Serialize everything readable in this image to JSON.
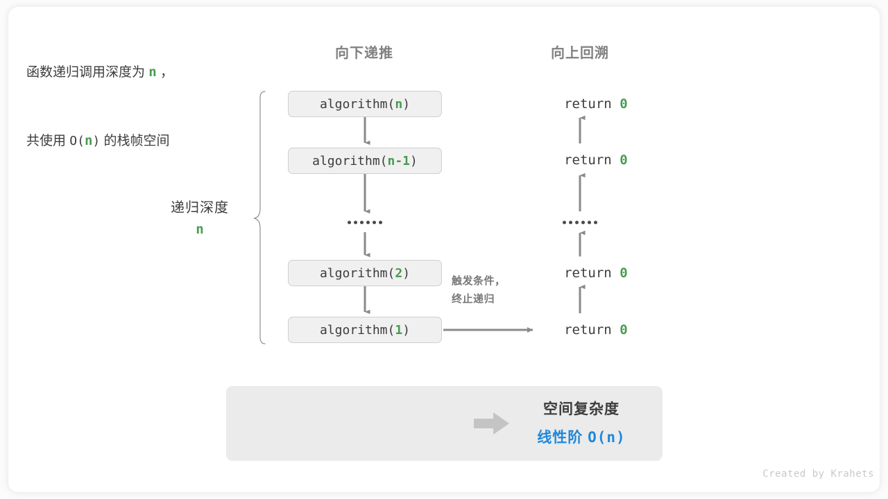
{
  "colors": {
    "green": "#489b4f",
    "blue": "#1e88db",
    "gray_text": "#3c3c3c",
    "header_gray": "#808080",
    "arrow_gray": "#8a8a8a",
    "box_fill": "#f0f0f0",
    "panel_fill": "#ebebeb"
  },
  "headers": {
    "down": "向下递推",
    "up": "向上回溯"
  },
  "depth": {
    "label": "递归深度",
    "value": "n"
  },
  "calls": [
    {
      "name": "algorithm(",
      "arg": "n",
      "close": ")"
    },
    {
      "name": "algorithm(",
      "arg": "n-1",
      "close": ")"
    },
    {
      "name": "algorithm(",
      "arg": "2",
      "close": ")"
    },
    {
      "name": "algorithm(",
      "arg": "1",
      "close": ")"
    }
  ],
  "returns": [
    {
      "text": "return ",
      "value": "0"
    },
    {
      "text": "return ",
      "value": "0"
    },
    {
      "text": "return ",
      "value": "0"
    },
    {
      "text": "return ",
      "value": "0"
    }
  ],
  "ellipsis_dots": 6,
  "trigger_note": {
    "line1": "触发条件，",
    "line2": "终止递归"
  },
  "summary": {
    "left_line1_a": "函数递归调用深度为 ",
    "left_line1_var": "n",
    "left_line1_b": " ，",
    "left_line2_a": "共使用 ",
    "left_line2_o": "O(",
    "left_line2_var": "n",
    "left_line2_c": ")",
    "left_line2_b": " 的栈帧空间",
    "arrow_icon": "right-arrow-icon",
    "right_title": "空间复杂度",
    "right_value_label": "线性阶 ",
    "right_value_expr": "O(n)"
  },
  "footer": "Created by Krahets"
}
